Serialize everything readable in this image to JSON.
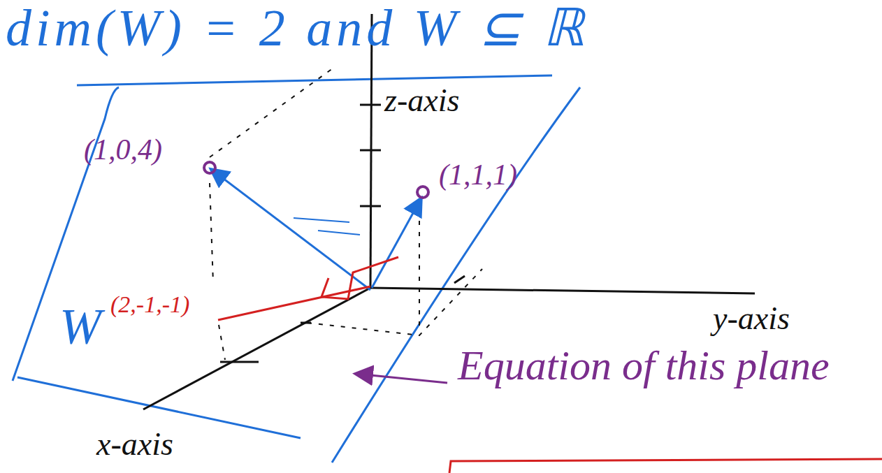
{
  "diagram": {
    "labels": [
      "dim(W) = 2 and W ⊆ ℝ",
      "z-axis",
      "(1,0,4)",
      "(1,1,1)",
      "W",
      "(2,-1,-1)",
      "y-axis",
      "x-axis",
      "Equation of this plane"
    ]
  }
}
